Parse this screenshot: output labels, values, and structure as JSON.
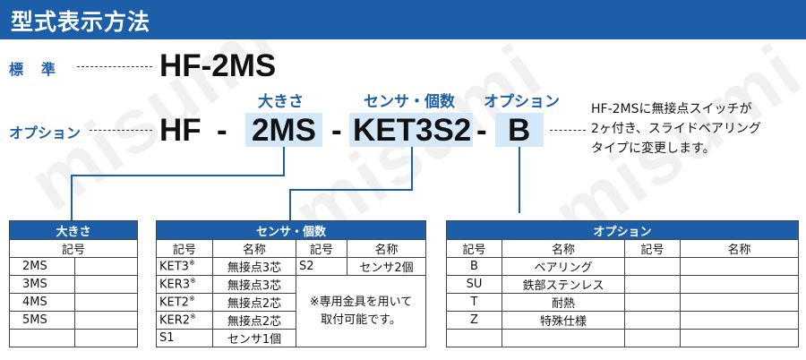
{
  "title": "型式表示方法",
  "watermark": "misumi",
  "standard": {
    "label": "標　準",
    "code": "HF-2MS"
  },
  "option_row": {
    "label": "オプション",
    "prefix": "HF",
    "sep1": "-",
    "size_code": "2MS",
    "sep2": "-",
    "sensor_code": "KET3S2",
    "sep3": "-",
    "option_code": "B"
  },
  "field_labels": {
    "size": "大きさ",
    "sensor": "センサ・個数",
    "option": "オプション"
  },
  "note_lines": [
    "HF-2MSに無接点スイッチが",
    "2ヶ付き、スライドベアリング",
    "タイプに変更します。"
  ],
  "size_table": {
    "title": "大きさ",
    "col_header": "記号",
    "rows": [
      "2MS",
      "3MS",
      "4MS",
      "5MS"
    ]
  },
  "sensor_table": {
    "title": "センサ・個数",
    "headers": [
      "記号",
      "名称",
      "記号",
      "名称"
    ],
    "left_rows": [
      {
        "code": "KET3",
        "mark": "※",
        "name": "無接点3芯"
      },
      {
        "code": "KER3",
        "mark": "※",
        "name": "無接点3芯"
      },
      {
        "code": "KET2",
        "mark": "※",
        "name": "無接点2芯"
      },
      {
        "code": "KER2",
        "mark": "※",
        "name": "無接点2芯"
      },
      {
        "code": "S1",
        "mark": "",
        "name": "センサ1個"
      }
    ],
    "right_row": {
      "code": "S2",
      "name": "センサ2個"
    },
    "footnote": [
      "※専用金具を用いて",
      "取付可能です。"
    ]
  },
  "option_table": {
    "title": "オプション",
    "headers": [
      "記号",
      "名称",
      "記号",
      "名称"
    ],
    "rows": [
      {
        "code": "B",
        "name": "ベアリング"
      },
      {
        "code": "SU",
        "name": "鉄部ステンレス"
      },
      {
        "code": "T",
        "name": "耐熱"
      },
      {
        "code": "Z",
        "name": "特殊仕様"
      }
    ]
  }
}
